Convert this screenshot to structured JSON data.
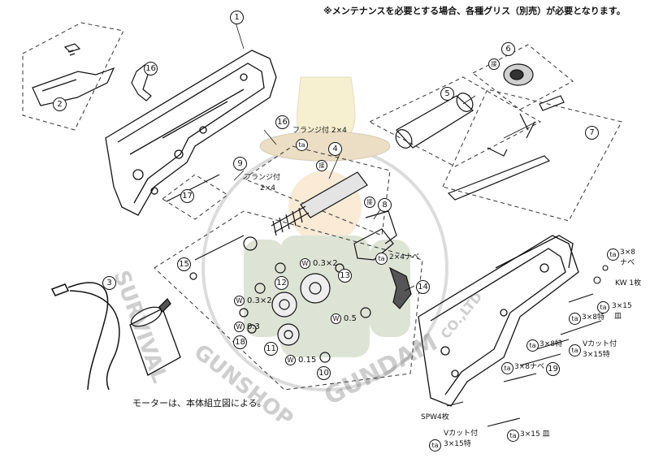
{
  "header_note": "※メンテナンスを必要とする場合、各種グリス（別売）が必要となります。",
  "motor_note": "モーターは、本体組立図による。",
  "watermark": {
    "left": "SURVIVAL",
    "middle": "GUNSHOP",
    "right": "GUNDAM",
    "corner": "CO.,LTD"
  },
  "ta_symbol": "ta",
  "w_symbol": "W",
  "grease_symbol": "接",
  "part_numbers": [
    "1",
    "2",
    "3",
    "4",
    "5",
    "6",
    "7",
    "8",
    "9",
    "10",
    "11",
    "12",
    "13",
    "14",
    "15",
    "16",
    "16",
    "17",
    "18",
    "19"
  ],
  "washers": [
    "0.3×2",
    "0.3×2",
    "0.3",
    "0.5",
    "0.15"
  ],
  "screws": {
    "flange_top": "フランジ付 2×4",
    "flange_mid_1": "フランジ付",
    "flange_mid_2": "2×4",
    "pan_2x4": "2×4ナベ",
    "r_3x8_nabe_1": "3×8",
    "r_3x8_nabe_2": "ナベ",
    "kw": "KW 1枚",
    "r_3x15_sara_1": "3×15",
    "r_3x15_sara_2": "皿",
    "r_3x8toku_1": "3×8特",
    "r_3x8toku_2": "3×8特",
    "vcut_mid_1": "Vカット付",
    "vcut_mid_2": "3×15特",
    "r_3x8nabe_low": "3×8ナベ",
    "spw": "SPW4枚",
    "vcut_bot_1": "Vカット付",
    "vcut_bot_2": "3×15特",
    "r_3x15_sara_bot": "3×15 皿"
  }
}
